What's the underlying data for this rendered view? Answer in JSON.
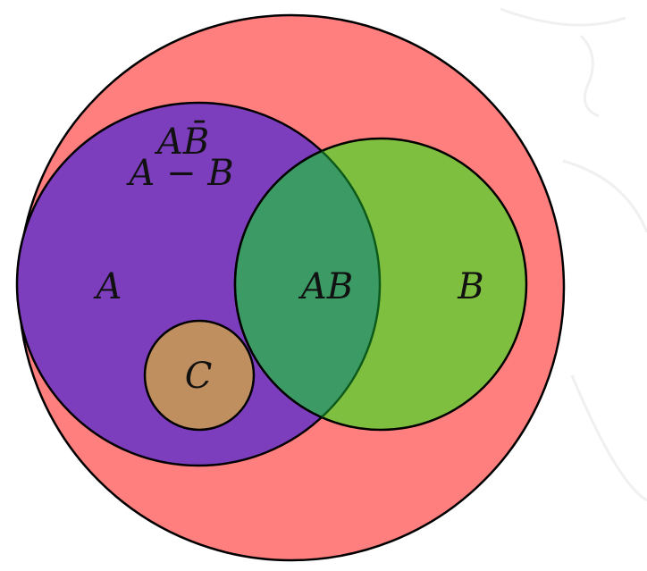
{
  "diagram": {
    "labels": {
      "a_not_b": "AB̄",
      "a_minus_b": "A − B",
      "a": "A",
      "ab": "AB",
      "b": "B",
      "c": "C"
    },
    "colors": {
      "universe": "#FF7F7F",
      "set_a": "#7D3EBE",
      "set_b": "#7FBF3F",
      "intersection_ab": "#3C9A64",
      "set_c": "#BF8F5F",
      "outline": "#000000"
    }
  }
}
